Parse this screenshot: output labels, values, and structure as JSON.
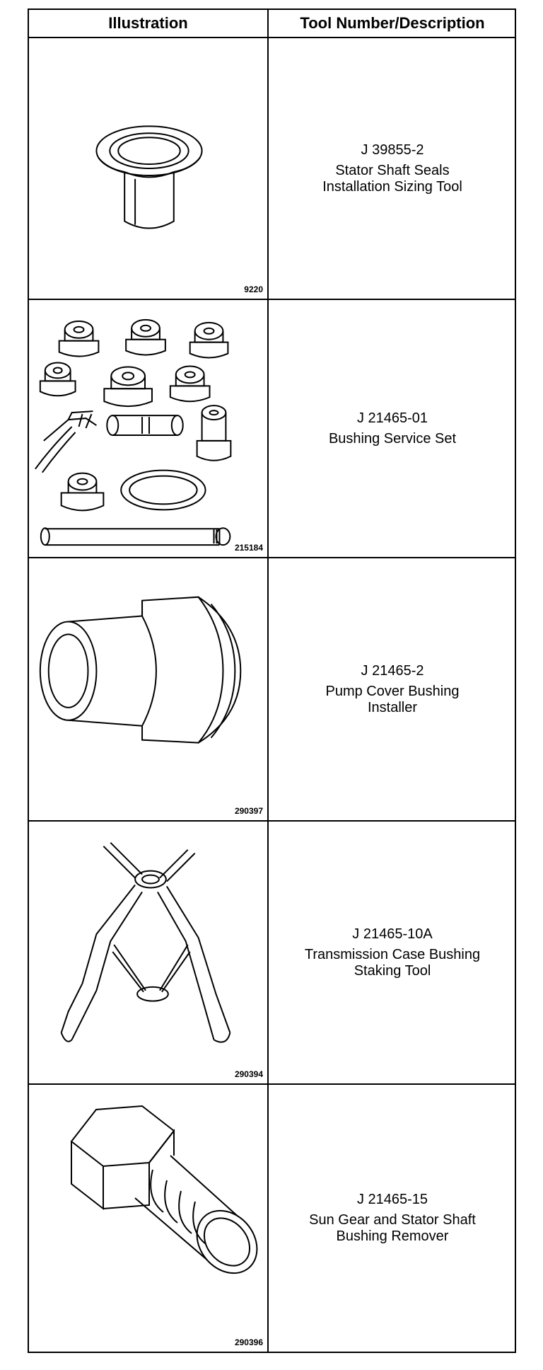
{
  "table": {
    "headers": {
      "illustration": "Illustration",
      "description": "Tool Number/Description"
    },
    "rows": [
      {
        "tool_number": "J 39855-2",
        "description": "Stator Shaft Seals\nInstallation Sizing Tool",
        "figure": "9220",
        "icon": "sizing-tool-illustration"
      },
      {
        "tool_number": "J 21465-01",
        "description": "Bushing Service Set",
        "figure": "215184",
        "icon": "bushing-set-illustration"
      },
      {
        "tool_number": "J 21465-2",
        "description": "Pump Cover Bushing\nInstaller",
        "figure": "290397",
        "icon": "bushing-installer-illustration"
      },
      {
        "tool_number": "J 21465-10A",
        "description": "Transmission Case Bushing\nStaking Tool",
        "figure": "290394",
        "icon": "staking-pliers-illustration"
      },
      {
        "tool_number": "J 21465-15",
        "description": "Sun Gear and Stator Shaft\nBushing Remover",
        "figure": "290396",
        "icon": "bushing-remover-illustration"
      }
    ]
  }
}
